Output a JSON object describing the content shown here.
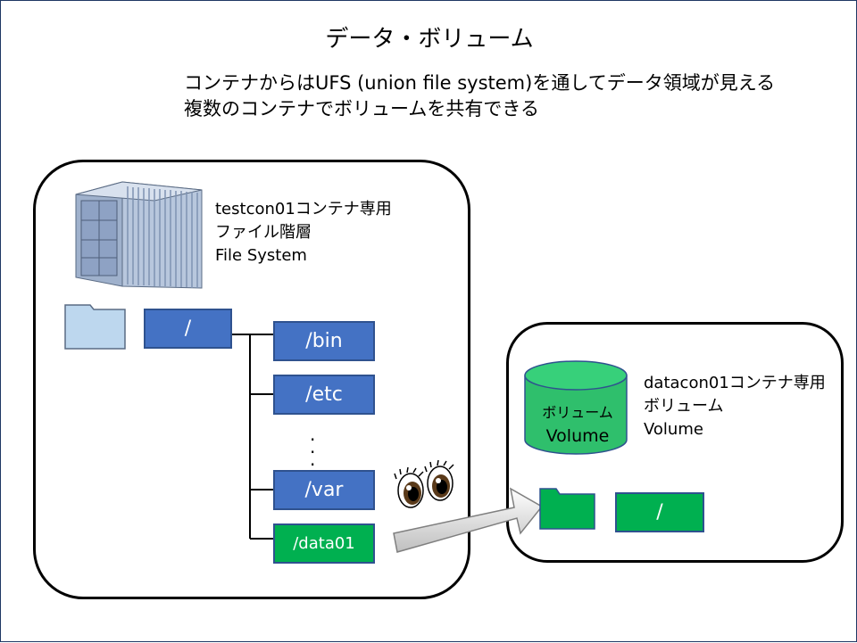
{
  "slide": {
    "title": "データ・ボリューム",
    "subtitle_line1": "コンテナからはUFS (union file system)を通してデータ領域が見える",
    "subtitle_line2": "複数のコンテナでボリュームを共有できる"
  },
  "left_container": {
    "label_line1": "testcon01コンテナ専用",
    "label_line2": "ファイル階層",
    "label_line3": "File System",
    "root_node": "/",
    "children": [
      "/bin",
      "/etc",
      "/var",
      "/data01"
    ],
    "ellipsis": "・\n・\n・"
  },
  "right_container": {
    "label_line1": "datacon01コンテナ専用",
    "label_line2": "ボリューム",
    "label_line3": "Volume",
    "volume_line1": "ボリューム",
    "volume_line2": "Volume",
    "root_node": "/"
  },
  "colors": {
    "node_blue": "#4472c4",
    "node_green": "#00b050",
    "folder_blue": "#bdd7ee",
    "volume_green": "#2fbf6c",
    "border": "#000000"
  },
  "icons": [
    "shipping-container-icon",
    "folder-icon",
    "eyes-icon",
    "arrow-icon",
    "volume-cylinder-icon"
  ]
}
